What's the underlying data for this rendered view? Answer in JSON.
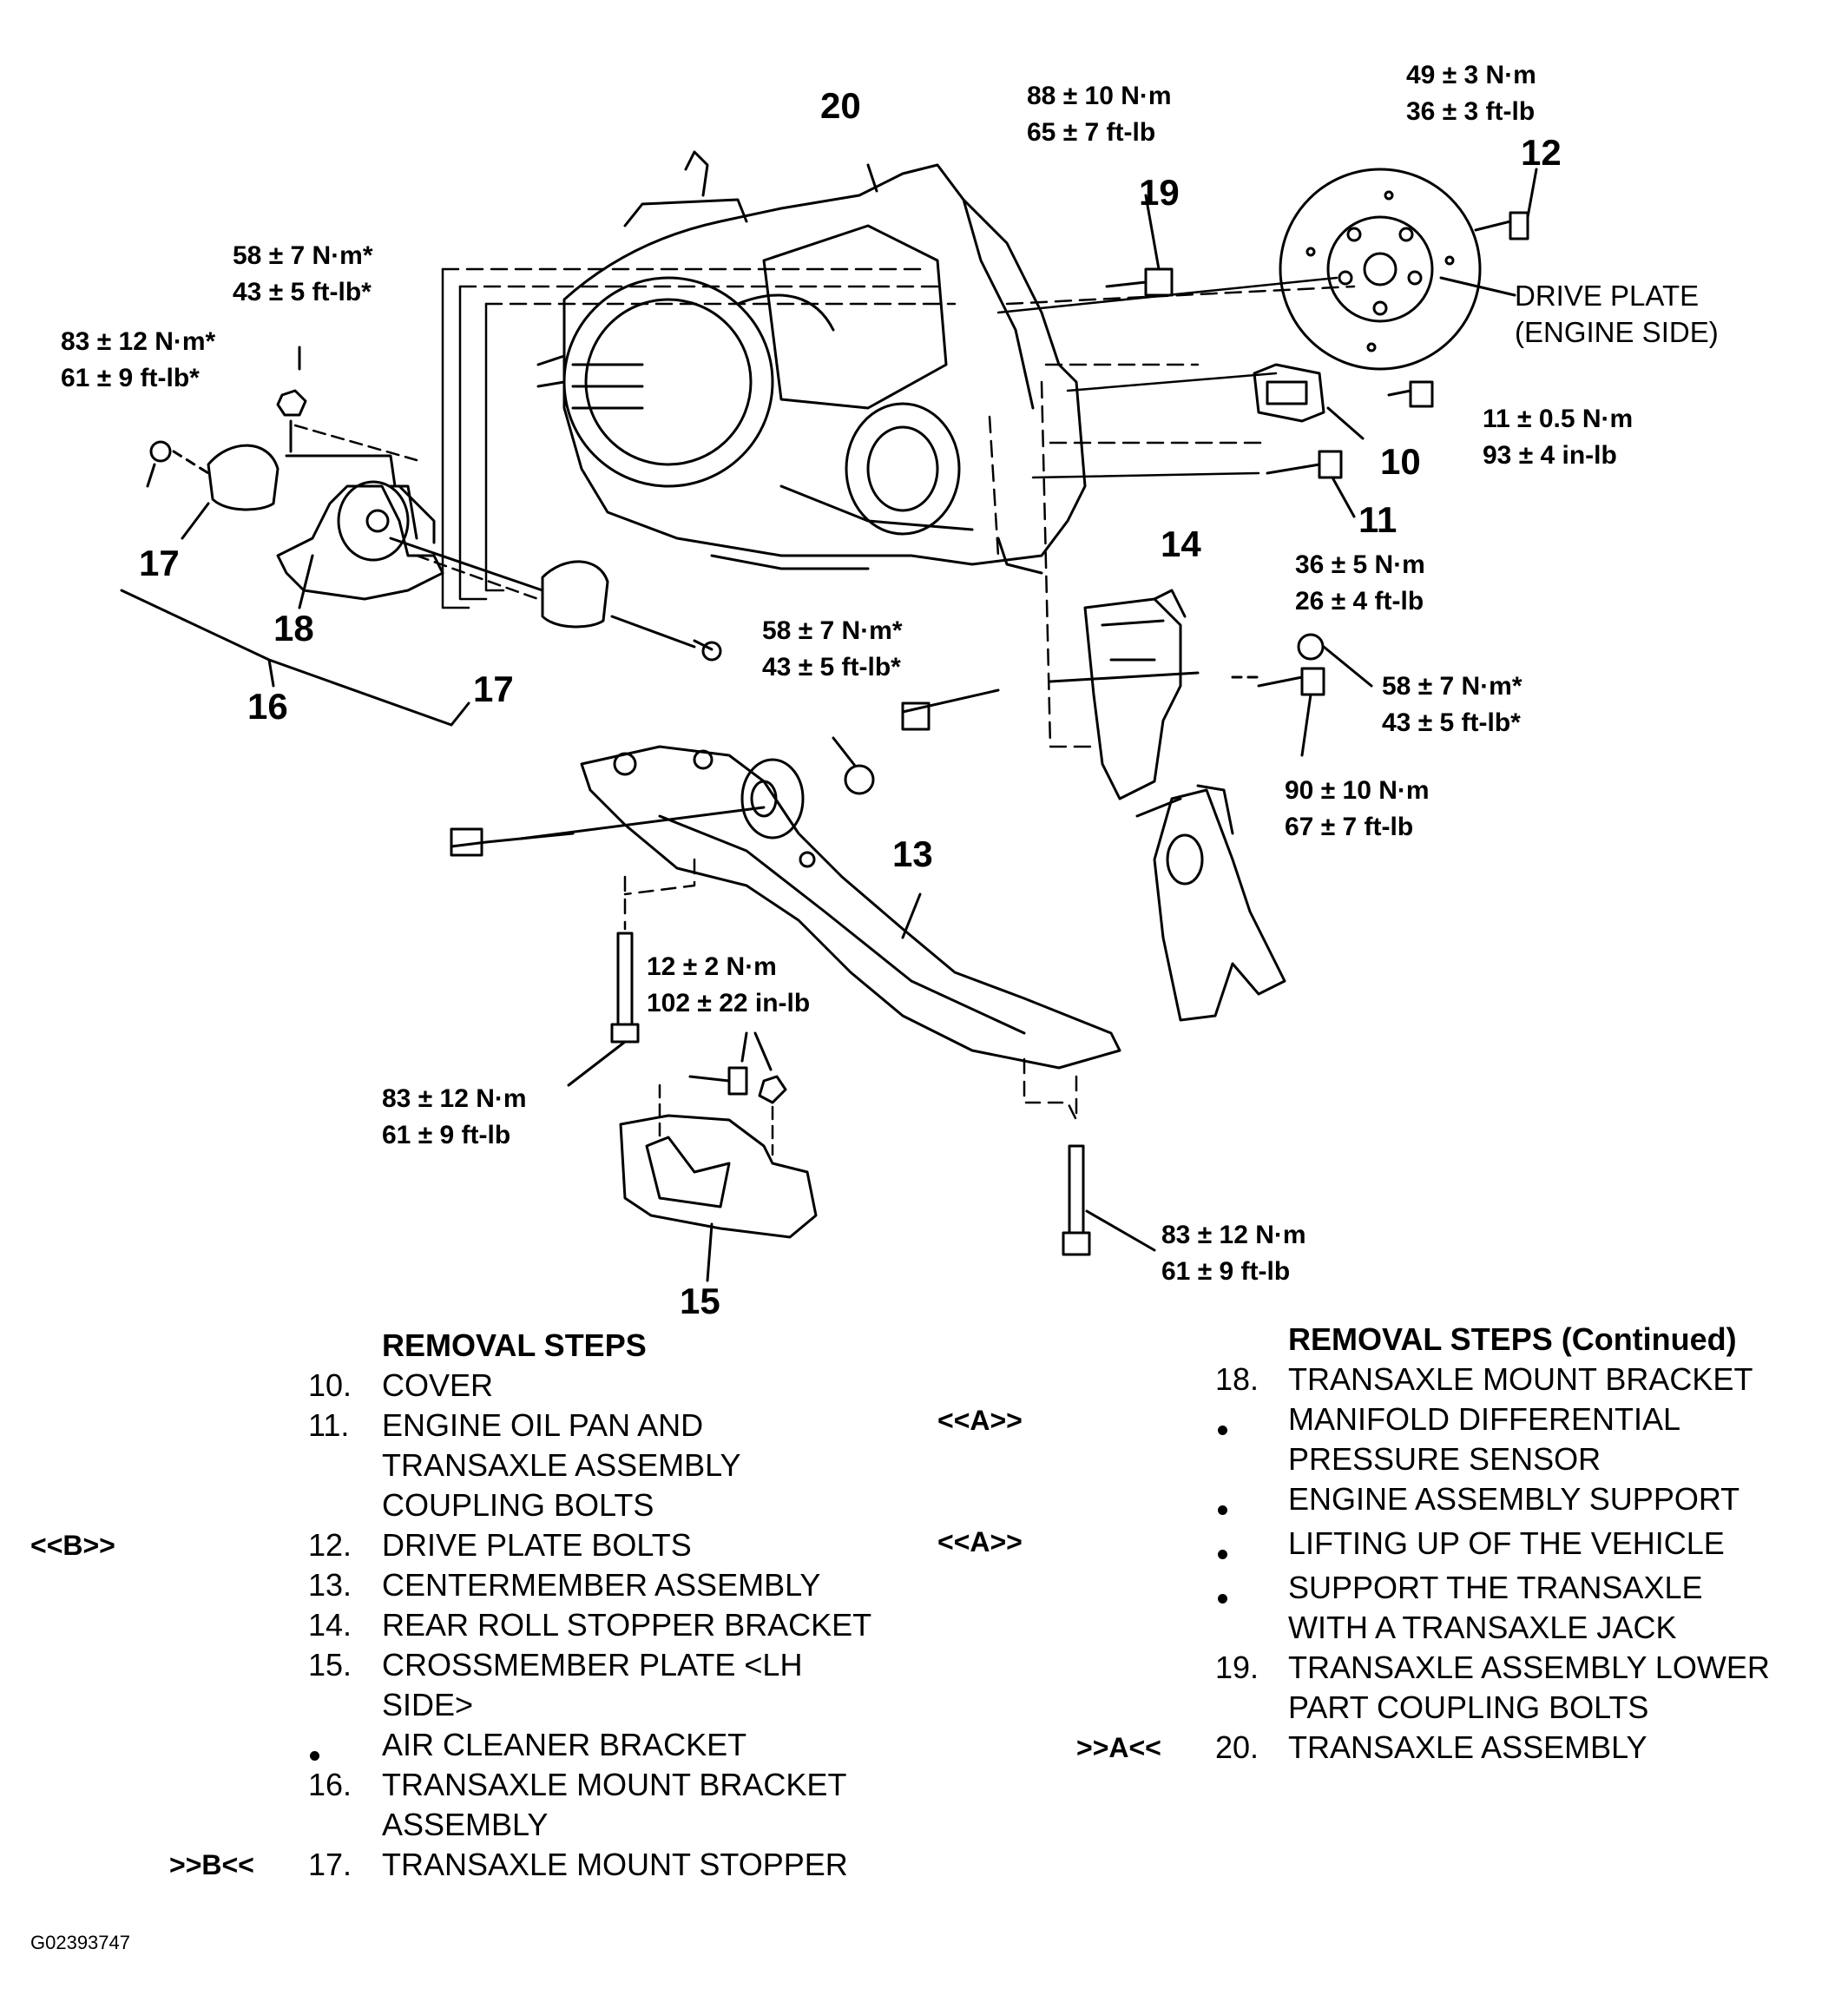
{
  "torque": {
    "t12": [
      "49 ± 3 N·m",
      "36 ± 3 ft-lb"
    ],
    "t19": [
      "88 ± 10 N·m",
      "65 ± 7 ft-lb"
    ],
    "t_upper_mount": [
      "58 ± 7 N·m*",
      "43 ± 5 ft-lb*"
    ],
    "t17_left": [
      "83 ± 12 N·m*",
      "61 ± 9 ft-lb*"
    ],
    "t10": [
      "11 ± 0.5 N·m",
      "93 ± 4 in-lb"
    ],
    "t11": [
      "36 ± 5 N·m",
      "26 ± 4 ft-lb"
    ],
    "t_center_nut": [
      "58 ± 7 N·m*",
      "43 ± 5 ft-lb*"
    ],
    "t14_nut": [
      "58 ± 7 N·m*",
      "43 ± 5 ft-lb*"
    ],
    "t14_bolt": [
      "90 ± 10 N·m",
      "67 ± 7 ft-lb"
    ],
    "t15": [
      "12 ± 2 N·m",
      "102 ± 22 in-lb"
    ],
    "t13_left": [
      "83 ± 12 N·m",
      "61 ± 9 ft-lb"
    ],
    "t13_right": [
      "83 ± 12 N·m",
      "61 ± 9 ft-lb"
    ]
  },
  "drive_plate_label": [
    "DRIVE PLATE",
    "(ENGINE SIDE)"
  ],
  "callouts": {
    "c20": "20",
    "c19": "19",
    "c12": "12",
    "c10": "10",
    "c11": "11",
    "c14": "14",
    "c13": "13",
    "c15": "15",
    "c16": "16",
    "c17a": "17",
    "c17b": "17",
    "c18": "18"
  },
  "removal_left": {
    "heading": "REMOVAL STEPS",
    "steps": [
      {
        "num": "10.",
        "text": [
          "COVER"
        ],
        "mark": ""
      },
      {
        "num": "11.",
        "text": [
          "ENGINE OIL PAN AND",
          "TRANSAXLE ASSEMBLY",
          "COUPLING BOLTS"
        ],
        "mark": ""
      },
      {
        "num": "12.",
        "text": [
          "DRIVE PLATE BOLTS"
        ],
        "mark": "<<B>>"
      },
      {
        "num": "13.",
        "text": [
          "CENTERMEMBER ASSEMBLY"
        ],
        "mark": ""
      },
      {
        "num": "14.",
        "text": [
          "REAR ROLL STOPPER BRACKET"
        ],
        "mark": ""
      },
      {
        "num": "15.",
        "text": [
          "CROSSMEMBER PLATE <LH",
          "SIDE>"
        ],
        "mark": ""
      },
      {
        "num": "•",
        "text": [
          "AIR CLEANER BRACKET"
        ],
        "mark": ""
      },
      {
        "num": "16.",
        "text": [
          "TRANSAXLE MOUNT BRACKET",
          "ASSEMBLY"
        ],
        "mark": ""
      },
      {
        "num": "17.",
        "text": [
          "TRANSAXLE MOUNT STOPPER"
        ],
        "mark": ">>B<<"
      }
    ]
  },
  "removal_right": {
    "heading": "REMOVAL STEPS (Continued)",
    "steps": [
      {
        "num": "18.",
        "text": [
          "TRANSAXLE MOUNT BRACKET"
        ],
        "mark": ""
      },
      {
        "num": "•",
        "text": [
          "MANIFOLD DIFFERENTIAL",
          "PRESSURE SENSOR"
        ],
        "mark": "<<A>>"
      },
      {
        "num": "•",
        "text": [
          "ENGINE ASSEMBLY SUPPORT"
        ],
        "mark": ""
      },
      {
        "num": "•",
        "text": [
          "LIFTING UP OF THE VEHICLE"
        ],
        "mark": "<<A>>"
      },
      {
        "num": "•",
        "text": [
          "SUPPORT THE TRANSAXLE",
          "WITH A TRANSAXLE JACK"
        ],
        "mark": ""
      },
      {
        "num": "19.",
        "text": [
          "TRANSAXLE ASSEMBLY LOWER",
          "PART COUPLING BOLTS"
        ],
        "mark": ""
      },
      {
        "num": "20.",
        "text": [
          "TRANSAXLE ASSEMBLY"
        ],
        "mark": ">>A<<"
      }
    ]
  },
  "figure_id": "G02393747"
}
